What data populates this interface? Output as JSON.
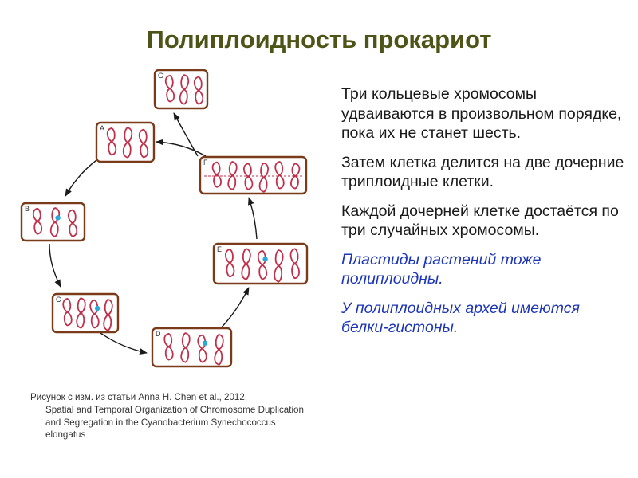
{
  "title": "Полиплоидность прокариот",
  "paragraphs": [
    "Три кольцевые хромосомы удваиваются в произвольном порядке, пока их не станет шесть.",
    "Затем клетка делится на две дочерние триплоидные клетки.",
    "Каждой дочерней клетке достаётся по три случайных хромосомы."
  ],
  "notes": [
    "Пластиды растений тоже полиплоидны.",
    "У полиплоидных архей имеются белки-гистоны."
  ],
  "caption": {
    "line1": "Рисунок с изм. из статьи Anna H. Chen et al., 2012.",
    "rest": "Spatial and Temporal Organization of Chromosome Duplication and Segregation in the Cyanobacterium Synechococcus elongatus"
  },
  "stages": [
    {
      "label": "G",
      "chromosomes": 3,
      "dots": 0
    },
    {
      "label": "A",
      "chromosomes": 3,
      "dots": 0
    },
    {
      "label": "F",
      "chromosomes": 6,
      "dots": 0
    },
    {
      "label": "B",
      "chromosomes": 3,
      "dots": 1
    },
    {
      "label": "E",
      "chromosomes": 5,
      "dots": 1
    },
    {
      "label": "C",
      "chromosomes": 4,
      "dots": 1
    },
    {
      "label": "D",
      "chromosomes": 4,
      "dots": 1
    }
  ],
  "colors": {
    "title": "#4e5417",
    "note": "#1d35b8",
    "cell_border": "#7a3b1a",
    "chromosome": "#c0304a",
    "dot": "#2aa8dc",
    "arrow": "#1a1a1a"
  }
}
